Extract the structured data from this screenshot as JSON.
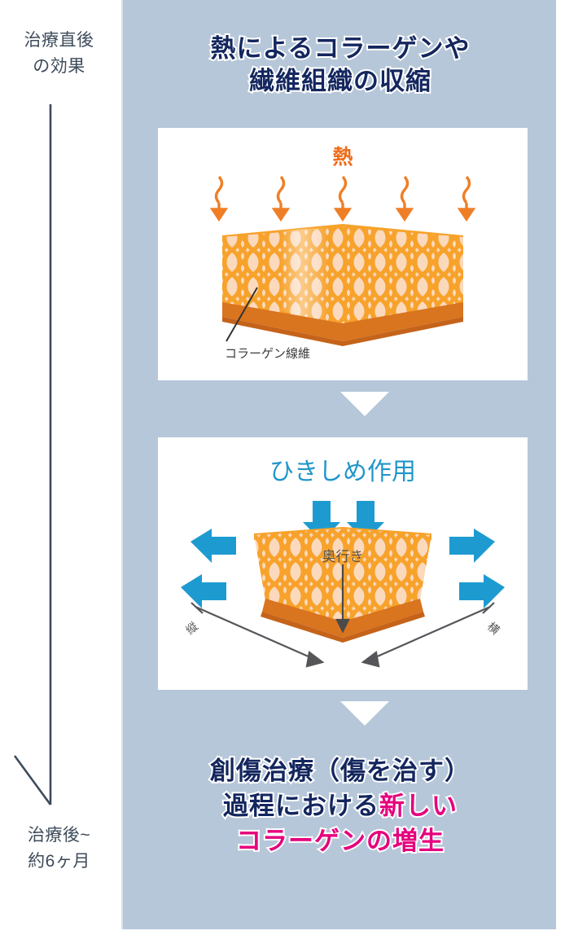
{
  "timeline": {
    "top_label": "治療直後\nの効果",
    "bottom_label": "治療後~\n約6ヶ月",
    "line_color": "#3d4b5a"
  },
  "panel": {
    "background_color": "#b6c7d9",
    "heading": {
      "line1": "熱によるコラーゲンや",
      "line2": "繊維組織の収縮",
      "color": "#13265e",
      "outline_color": "#ffffff"
    },
    "conclusion": {
      "line1": "創傷治療（傷を治す）",
      "line2_plain": "過程における",
      "line2_accent": "新しい",
      "line3_accent": "コラーゲンの増生",
      "accent_color": "#e6007e",
      "base_color": "#13265e"
    }
  },
  "card1": {
    "heat_label": "熱",
    "heat_label_color": "#ef6c1a",
    "fiber_label": "コラーゲン線維",
    "fiber_label_color": "#3a3a3a",
    "arrow_count": 5,
    "mesh_color": "#f7a22b",
    "block_fill": "#fbd9bd",
    "base_color": "#d9741f"
  },
  "card2": {
    "title": "ひきしめ作用",
    "title_color": "#2196c9",
    "depth_label": "奥行き",
    "vertical_label": "縦",
    "horizontal_label": "横",
    "arrow_color": "#1d9bd1",
    "down_arrow_count": 2,
    "side_arrow_count": 4,
    "mesh_color": "#f7a22b",
    "block_fill": "#fbd9bd",
    "base_color": "#d9741f"
  }
}
